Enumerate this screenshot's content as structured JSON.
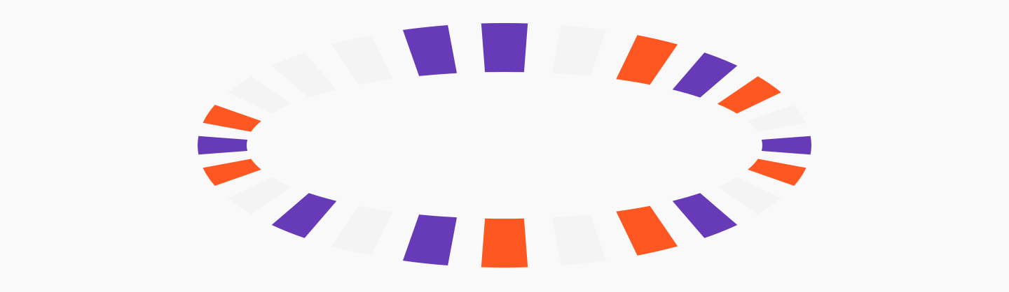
{
  "graphic": {
    "name": "dashed-oval-ring",
    "segment_count": 24,
    "colors": {
      "background": "#f9f9f9",
      "purple": "#673ab7",
      "orange": "#ff5722",
      "light": "#f4f4f4"
    },
    "segments": [
      "purple",
      "light",
      "orange",
      "purple",
      "orange",
      "light",
      "purple",
      "orange",
      "light",
      "purple",
      "orange",
      "light",
      "orange",
      "purple",
      "light",
      "purple",
      "light",
      "orange",
      "purple",
      "orange",
      "light",
      "light",
      "light",
      "purple"
    ]
  }
}
